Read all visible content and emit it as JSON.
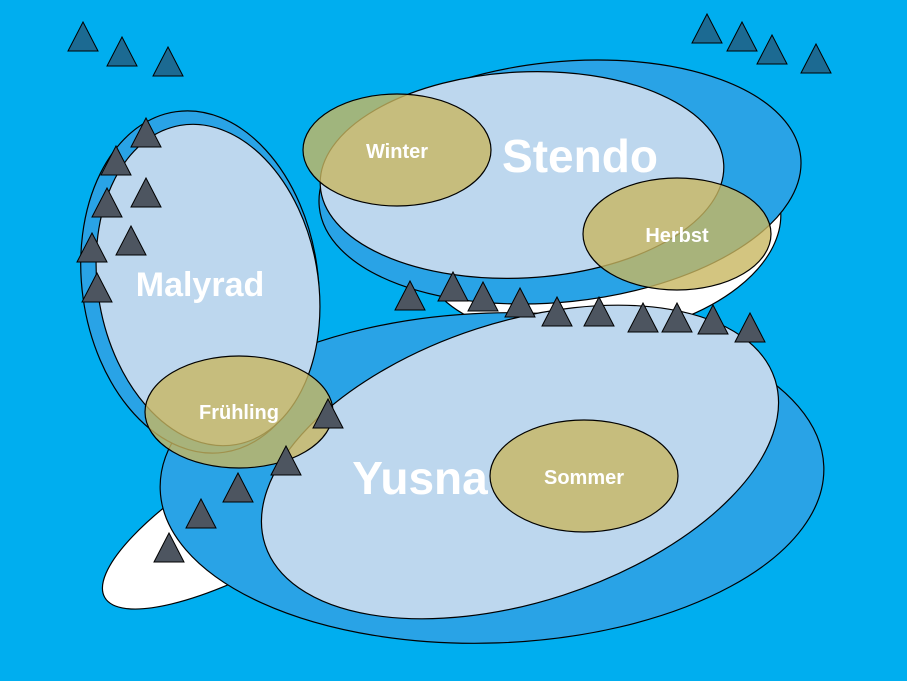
{
  "map": {
    "background_color": "#00aeef",
    "regions": [
      {
        "id": "malyrad",
        "name": "Malyrad"
      },
      {
        "id": "stendo",
        "name": "Stendo"
      },
      {
        "id": "yusna",
        "name": "Yusna"
      }
    ],
    "seasons": [
      {
        "id": "winter",
        "name": "Winter"
      },
      {
        "id": "herbst",
        "name": "Herbst"
      },
      {
        "id": "fruehling",
        "name": "Frühling"
      },
      {
        "id": "sommer",
        "name": "Sommer"
      }
    ],
    "colors": {
      "island_outer": "#29a3e6",
      "island_inner": "#bdd7ee",
      "season_fill": "#c8b660",
      "land_white": "#ffffff",
      "mountain_sea": "#1c6a92",
      "mountain_land": "#4d5560"
    },
    "icons": {
      "mountain": "mountain-icon"
    }
  }
}
